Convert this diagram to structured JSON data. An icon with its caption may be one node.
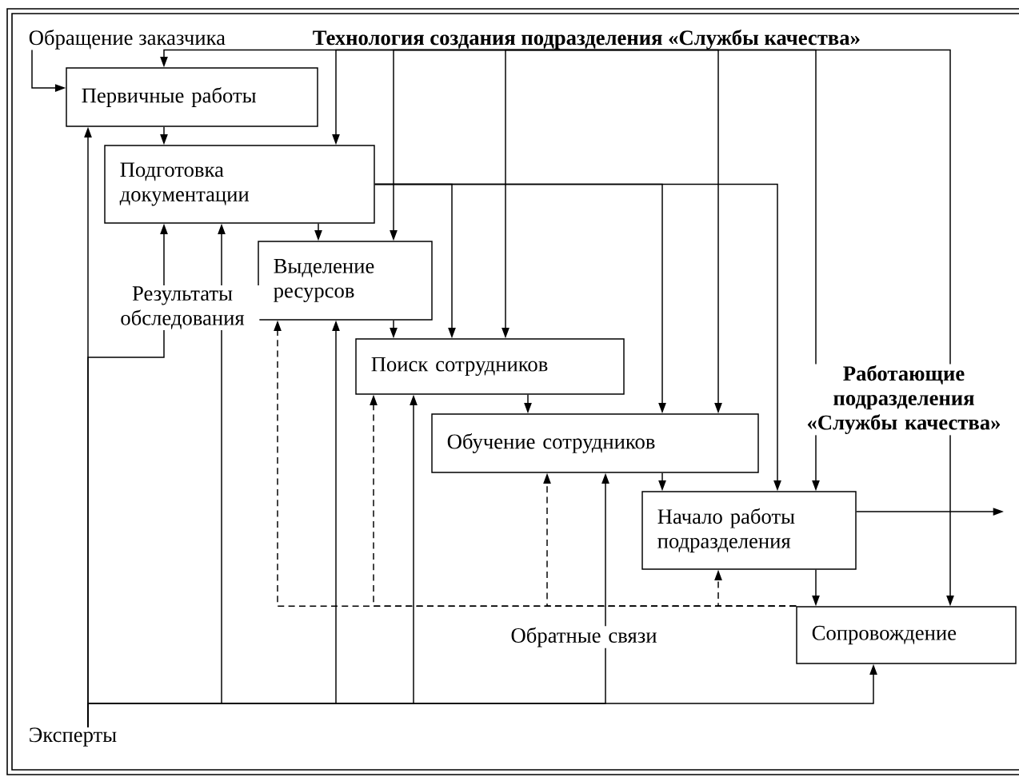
{
  "diagram": {
    "nodes": [
      {
        "text": [
          "Первичные работы"
        ]
      },
      {
        "text": [
          "Подготовка документации"
        ]
      },
      {
        "text": [
          "Выделение ресурсов"
        ]
      },
      {
        "text": [
          "Поиск сотрудников"
        ]
      },
      {
        "text": [
          "Обучение сотрудников"
        ]
      },
      {
        "text": [
          "Начало работы подразделения"
        ]
      },
      {
        "text": [
          "Сопровождение"
        ]
      },
      {
        "text": [
          "Обращение заказчика"
        ]
      },
      {
        "text": [
          "Технология создания подразделения «Службы качества»"
        ]
      },
      {
        "text": [
          "Эксперты"
        ]
      }
    ],
    "edges": [
      {
        "from": 7,
        "to": 0,
        "arrow": "to"
      },
      {
        "from": 8,
        "to": 0,
        "arrow": "to"
      },
      {
        "from": 8,
        "to": 1,
        "arrow": "to"
      },
      {
        "from": 8,
        "to": 2,
        "arrow": "to"
      },
      {
        "from": 8,
        "to": 3,
        "arrow": "to"
      },
      {
        "from": 8,
        "to": 4,
        "arrow": "to"
      },
      {
        "from": 8,
        "to": 5,
        "arrow": "to"
      },
      {
        "from": 8,
        "to": 6,
        "arrow": "to"
      },
      {
        "from": 0,
        "to": 1,
        "arrow": "to"
      },
      {
        "from": 1,
        "to": 2,
        "arrow": "to"
      },
      {
        "from": 2,
        "to": 3,
        "arrow": "to"
      },
      {
        "from": 3,
        "to": 4,
        "arrow": "to"
      },
      {
        "from": 4,
        "to": 5,
        "arrow": "to"
      },
      {
        "from": 5,
        "to": 6,
        "arrow": "to"
      },
      {
        "from": 1,
        "to": 3,
        "arrow": "to"
      },
      {
        "from": 1,
        "to": 4,
        "arrow": "to"
      },
      {
        "from": 1,
        "to": 5,
        "arrow": "to"
      },
      {
        "from": 5,
        "to": null,
        "arrow": "to"
      },
      {
        "from": 9,
        "to": 0,
        "arrow": "to"
      },
      {
        "from": 9,
        "to": 1,
        "arrow": "to",
        "label": "Результаты обследования"
      },
      {
        "from": 9,
        "to": 1,
        "arrow": "to"
      },
      {
        "from": 9,
        "to": 2,
        "arrow": "to"
      },
      {
        "from": 9,
        "to": 3,
        "arrow": "to"
      },
      {
        "from": 9,
        "to": 4,
        "arrow": "to"
      },
      {
        "from": 9,
        "to": 6,
        "arrow": "to"
      },
      {
        "from": 6,
        "to": 2,
        "arrow": "to",
        "style": "dashed"
      },
      {
        "from": 6,
        "to": 3,
        "arrow": "to",
        "style": "dashed"
      },
      {
        "from": 6,
        "to": 4,
        "arrow": "to",
        "style": "dashed"
      },
      {
        "from": 6,
        "to": 5,
        "arrow": "to",
        "style": "dashed"
      }
    ],
    "labels": [
      "Работающие подразделения «Службы качества»",
      "Обратные связи"
    ]
  }
}
